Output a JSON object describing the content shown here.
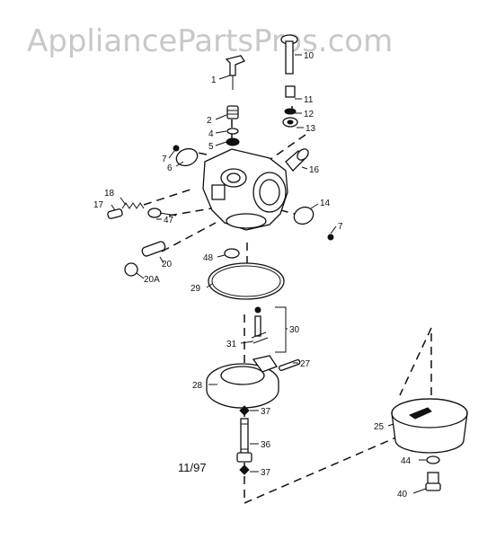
{
  "watermark": "AppliancePartsPros.com",
  "date_code": "11/97",
  "callouts": {
    "p1": "1",
    "p2": "2",
    "p4": "4",
    "p5": "5",
    "p6": "6",
    "p7a": "7",
    "p7b": "7",
    "p10": "10",
    "p11": "11",
    "p12": "12",
    "p13": "13",
    "p14": "14",
    "p16": "16",
    "p17": "17",
    "p18": "18",
    "p20": "20",
    "p20a": "20A",
    "p25": "25",
    "p27": "27",
    "p28": "28",
    "p29": "29",
    "p30": "30",
    "p31": "31",
    "p36": "36",
    "p37a": "37",
    "p37b": "37",
    "p40": "40",
    "p44": "44",
    "p47": "47",
    "p48": "48"
  }
}
